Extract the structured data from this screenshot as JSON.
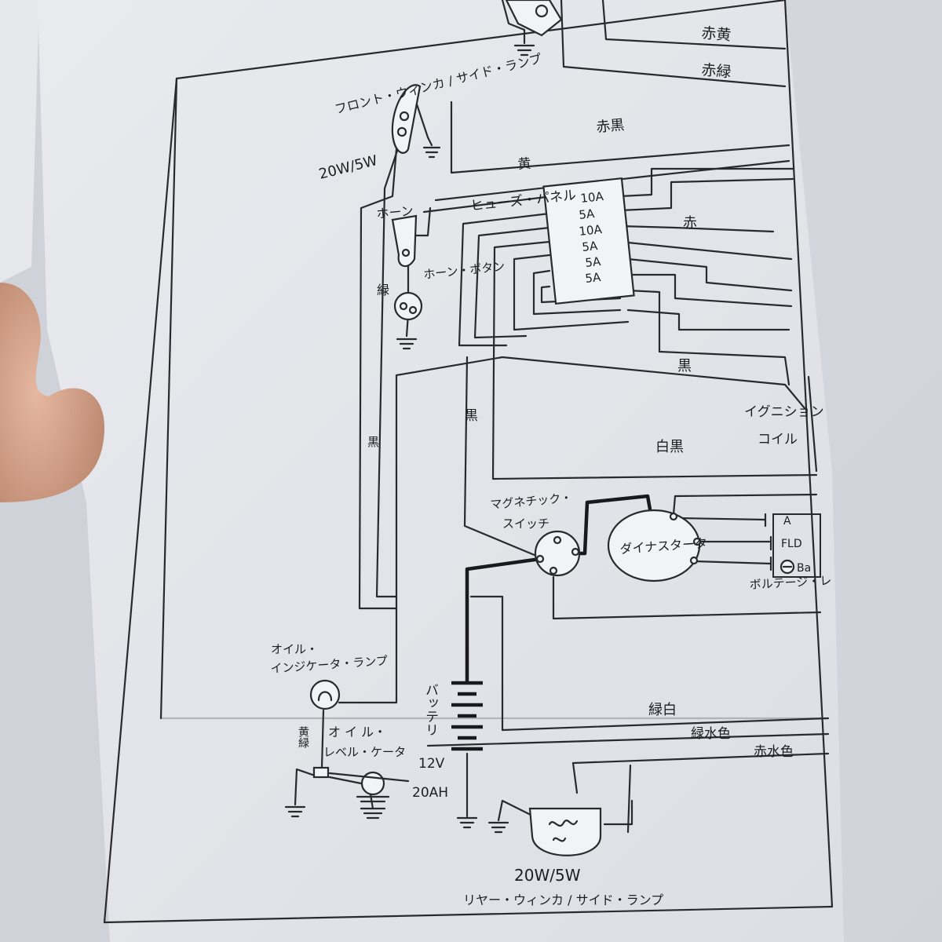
{
  "labels": {
    "front_winker": "フロント・ウィンカ / サイド・ランプ",
    "front_watt": "20W/5W",
    "horn": "ホーン",
    "horn_button": "ホーン・ボタン",
    "fuse_panel": "ヒューズ・パネル",
    "ignition_coil_1": "イグニション",
    "ignition_coil_2": "コイル",
    "magnetic_switch_1": "マグネチック・",
    "magnetic_switch_2": "スイッチ",
    "dynastarter": "ダイナスタータ",
    "voltage_regulator": "ボルテージ・レ",
    "oil_indicator_1": "オイル・",
    "oil_indicator_2": "インジケータ・ランプ",
    "oil_level_1": "オ イ ル・",
    "oil_level_2": "レベル・ケータ",
    "battery": "バッテリ",
    "battery_volt": "12V",
    "battery_ah": "20AH",
    "rear_watt": "20W/5W",
    "rear_winker": "リヤー・ウィンカ / サイド・ランプ",
    "regulator_a": "A",
    "regulator_fld": "FLD",
    "regulator_ba": "Ba"
  },
  "fuses": [
    "10A",
    "5A",
    "10A",
    "5A",
    "5A",
    "5A"
  ],
  "wire_colors": {
    "red_yellow": "赤黄",
    "red_green": "赤緑",
    "red_black": "赤黒",
    "yellow": "黄",
    "red": "赤",
    "green": "緑",
    "black_left": "黒",
    "black_mid": "黒",
    "black_vertical": "黒",
    "white_black": "白黒",
    "green_white": "緑白",
    "green_lightblue": "緑水色",
    "red_lightblue": "赤水色",
    "yellow_green": "黄緑"
  }
}
